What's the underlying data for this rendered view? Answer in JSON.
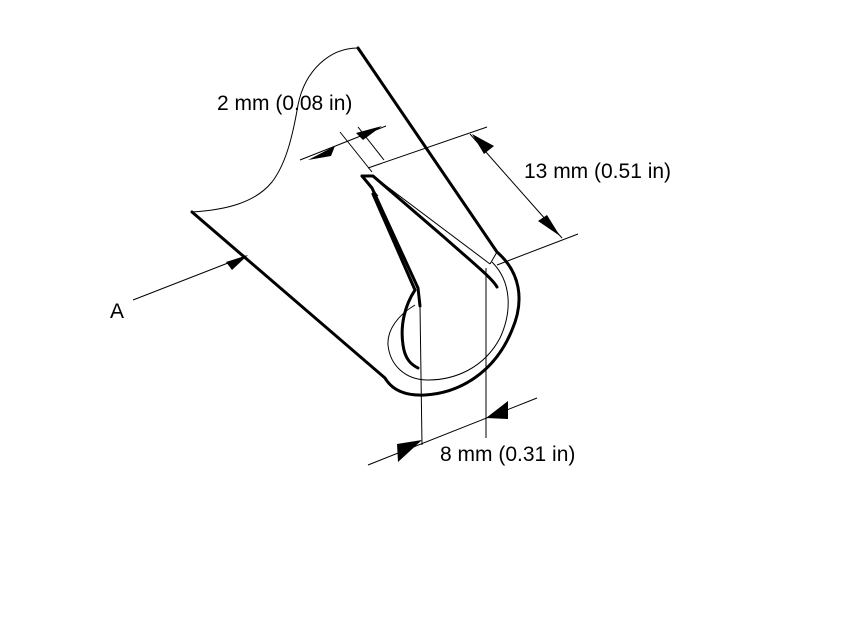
{
  "labels": {
    "thickness": "2 mm (0.08 in)",
    "length": "13 mm (0.51 in)",
    "width": "8 mm (0.31 in)",
    "view_ref": "A"
  }
}
